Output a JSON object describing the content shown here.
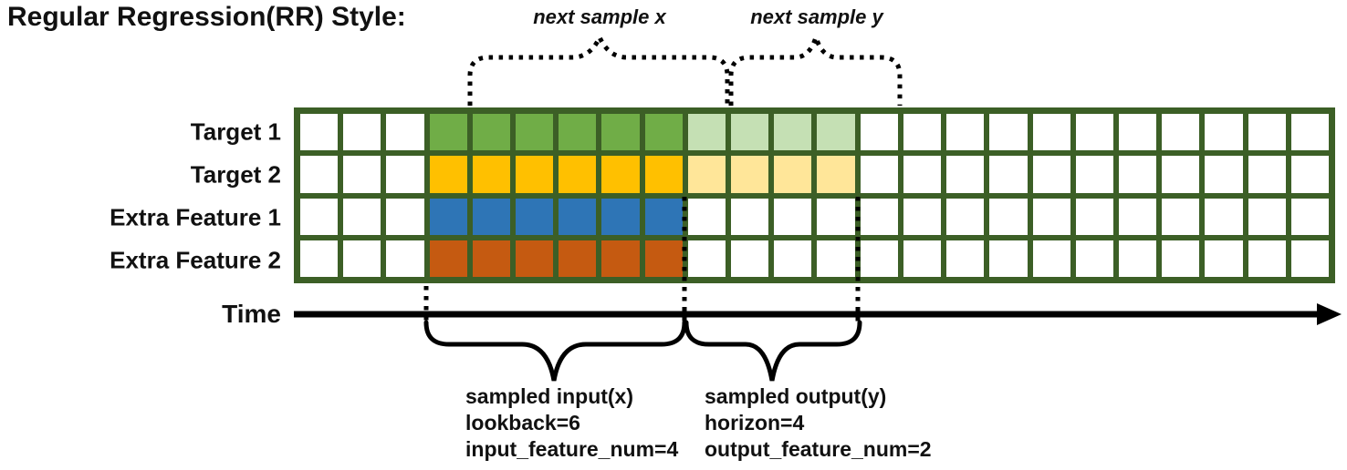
{
  "title": "Regular Regression(RR) Style:",
  "colors": {
    "grid_line": "#3C5F26",
    "target1_dark": "#70AD47",
    "target1_light": "#C5E0B4",
    "target2_dark": "#FFC000",
    "target2_light": "#FFE699",
    "extra1_dark": "#2E75B6",
    "extra2_dark": "#C55A11",
    "cell_empty": "#FFFFFF",
    "annotation": "#000000"
  },
  "grid": {
    "columns": 24,
    "rows": [
      {
        "label": "Target 1",
        "fill": "target1_dark",
        "fill_light": "target1_light",
        "dark_range": [
          4,
          9
        ],
        "light_range": [
          10,
          13
        ]
      },
      {
        "label": "Target 2",
        "fill": "target2_dark",
        "fill_light": "target2_light",
        "dark_range": [
          4,
          9
        ],
        "light_range": [
          10,
          13
        ]
      },
      {
        "label": "Extra Feature 1",
        "fill": "extra1_dark",
        "fill_light": null,
        "dark_range": [
          4,
          9
        ],
        "light_range": null
      },
      {
        "label": "Extra Feature 2",
        "fill": "extra2_dark",
        "fill_light": null,
        "dark_range": [
          4,
          9
        ],
        "light_range": null
      }
    ]
  },
  "annotations": {
    "next_sample_x": "next sample x",
    "next_sample_y": "next sample y",
    "time_label": "Time",
    "input_lines": [
      "sampled input(x)",
      "lookback=6",
      "input_feature_num=4"
    ],
    "output_lines": [
      "sampled output(y)",
      "horizon=4",
      "output_feature_num=2"
    ]
  }
}
